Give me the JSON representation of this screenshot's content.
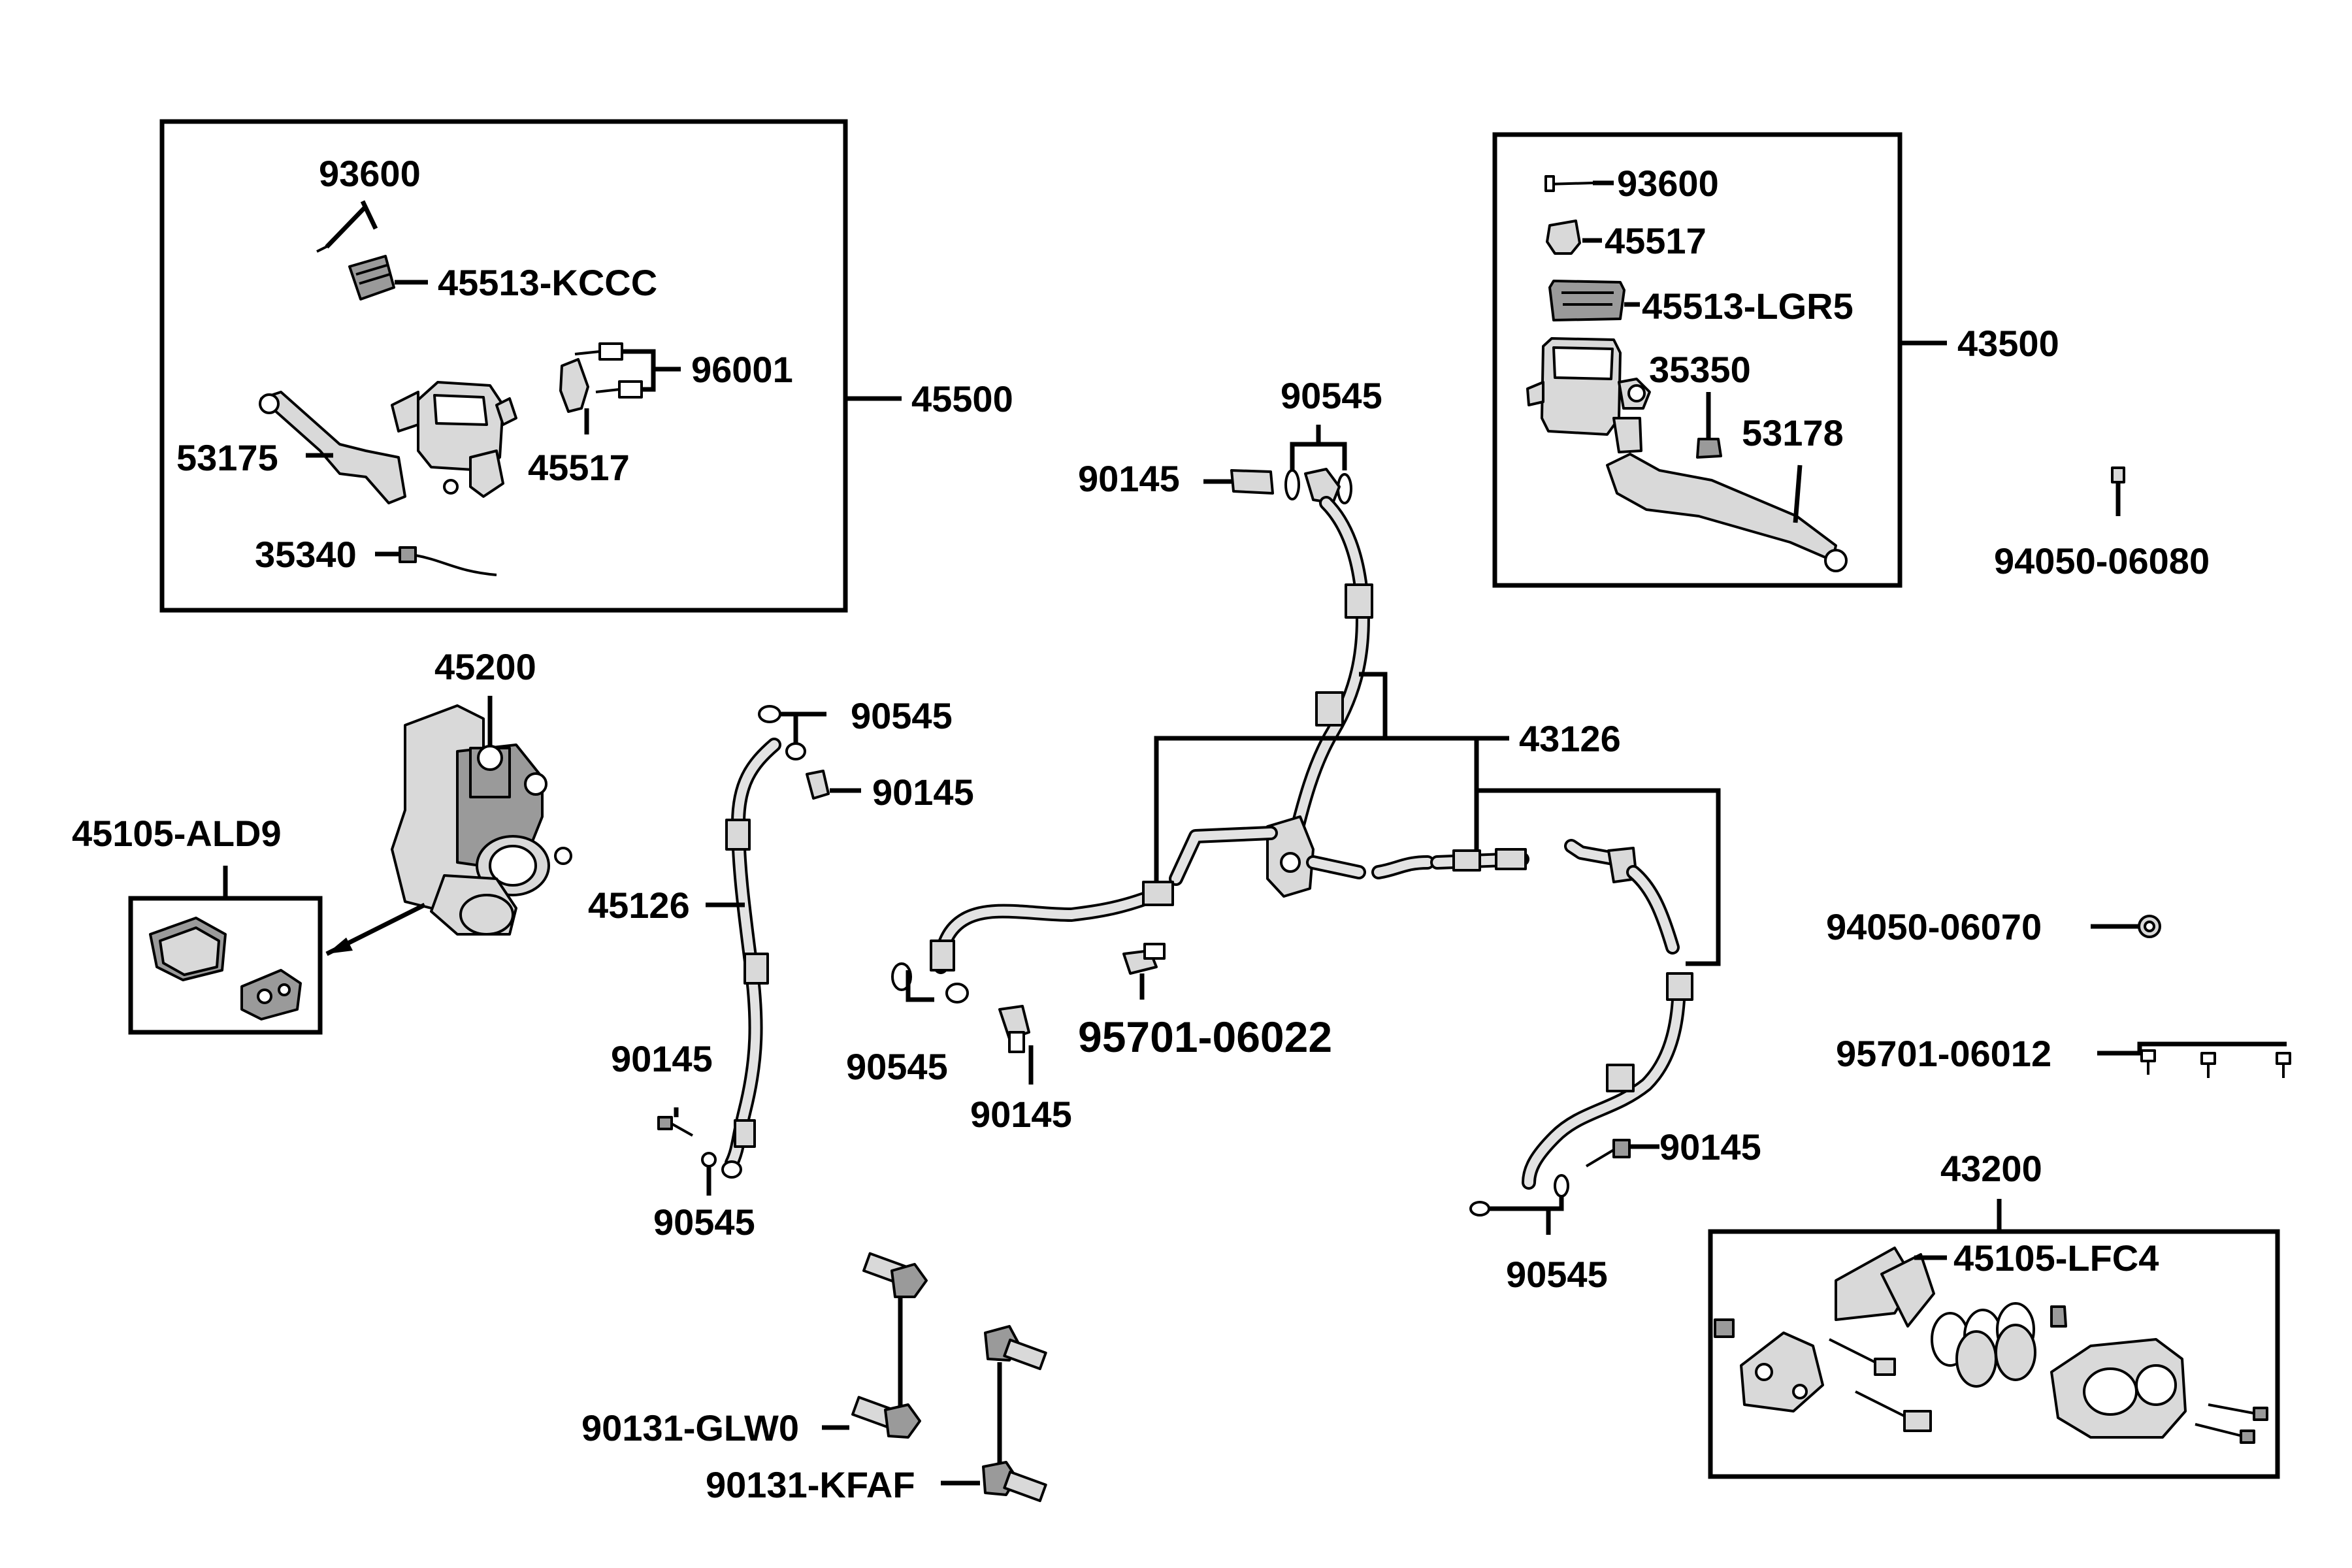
{
  "labels": {
    "p93600_left": "93600",
    "p45513_kccc": "45513-KCCC",
    "p96001": "96001",
    "p45500": "45500",
    "p53175": "53175",
    "p45517_left": "45517",
    "p35340": "35340",
    "p93600_right": "93600",
    "p45517_right": "45517",
    "p45513_lgr5": "45513-LGR5",
    "p43500": "43500",
    "p35350": "35350",
    "p53178": "53178",
    "p94050_06080": "94050-06080",
    "p90545_top": "90545",
    "p90145_top": "90145",
    "p45200": "45200",
    "p45105_ald9": "45105-ALD9",
    "p90545_lh": "90545",
    "p90145_lh": "90145",
    "p45126": "45126",
    "p90145_lh_bot": "90145",
    "p90545_lh_bot": "90545",
    "p43126": "43126",
    "p90545_mid": "90545",
    "p90145_mid": "90145",
    "p95701_06022": "95701-06022",
    "p94050_06070": "94050-06070",
    "p95701_06012": "95701-06012",
    "p90145_right": "90145",
    "p90545_right": "90545",
    "p43200": "43200",
    "p45105_lfc4": "45105-LFC4",
    "p90131_glw0": "90131-GLW0",
    "p90131_kfaf": "90131-KFAF"
  },
  "colors": {
    "line": "#000000",
    "background": "#ffffff",
    "part_fill": "#d9d9d9"
  }
}
